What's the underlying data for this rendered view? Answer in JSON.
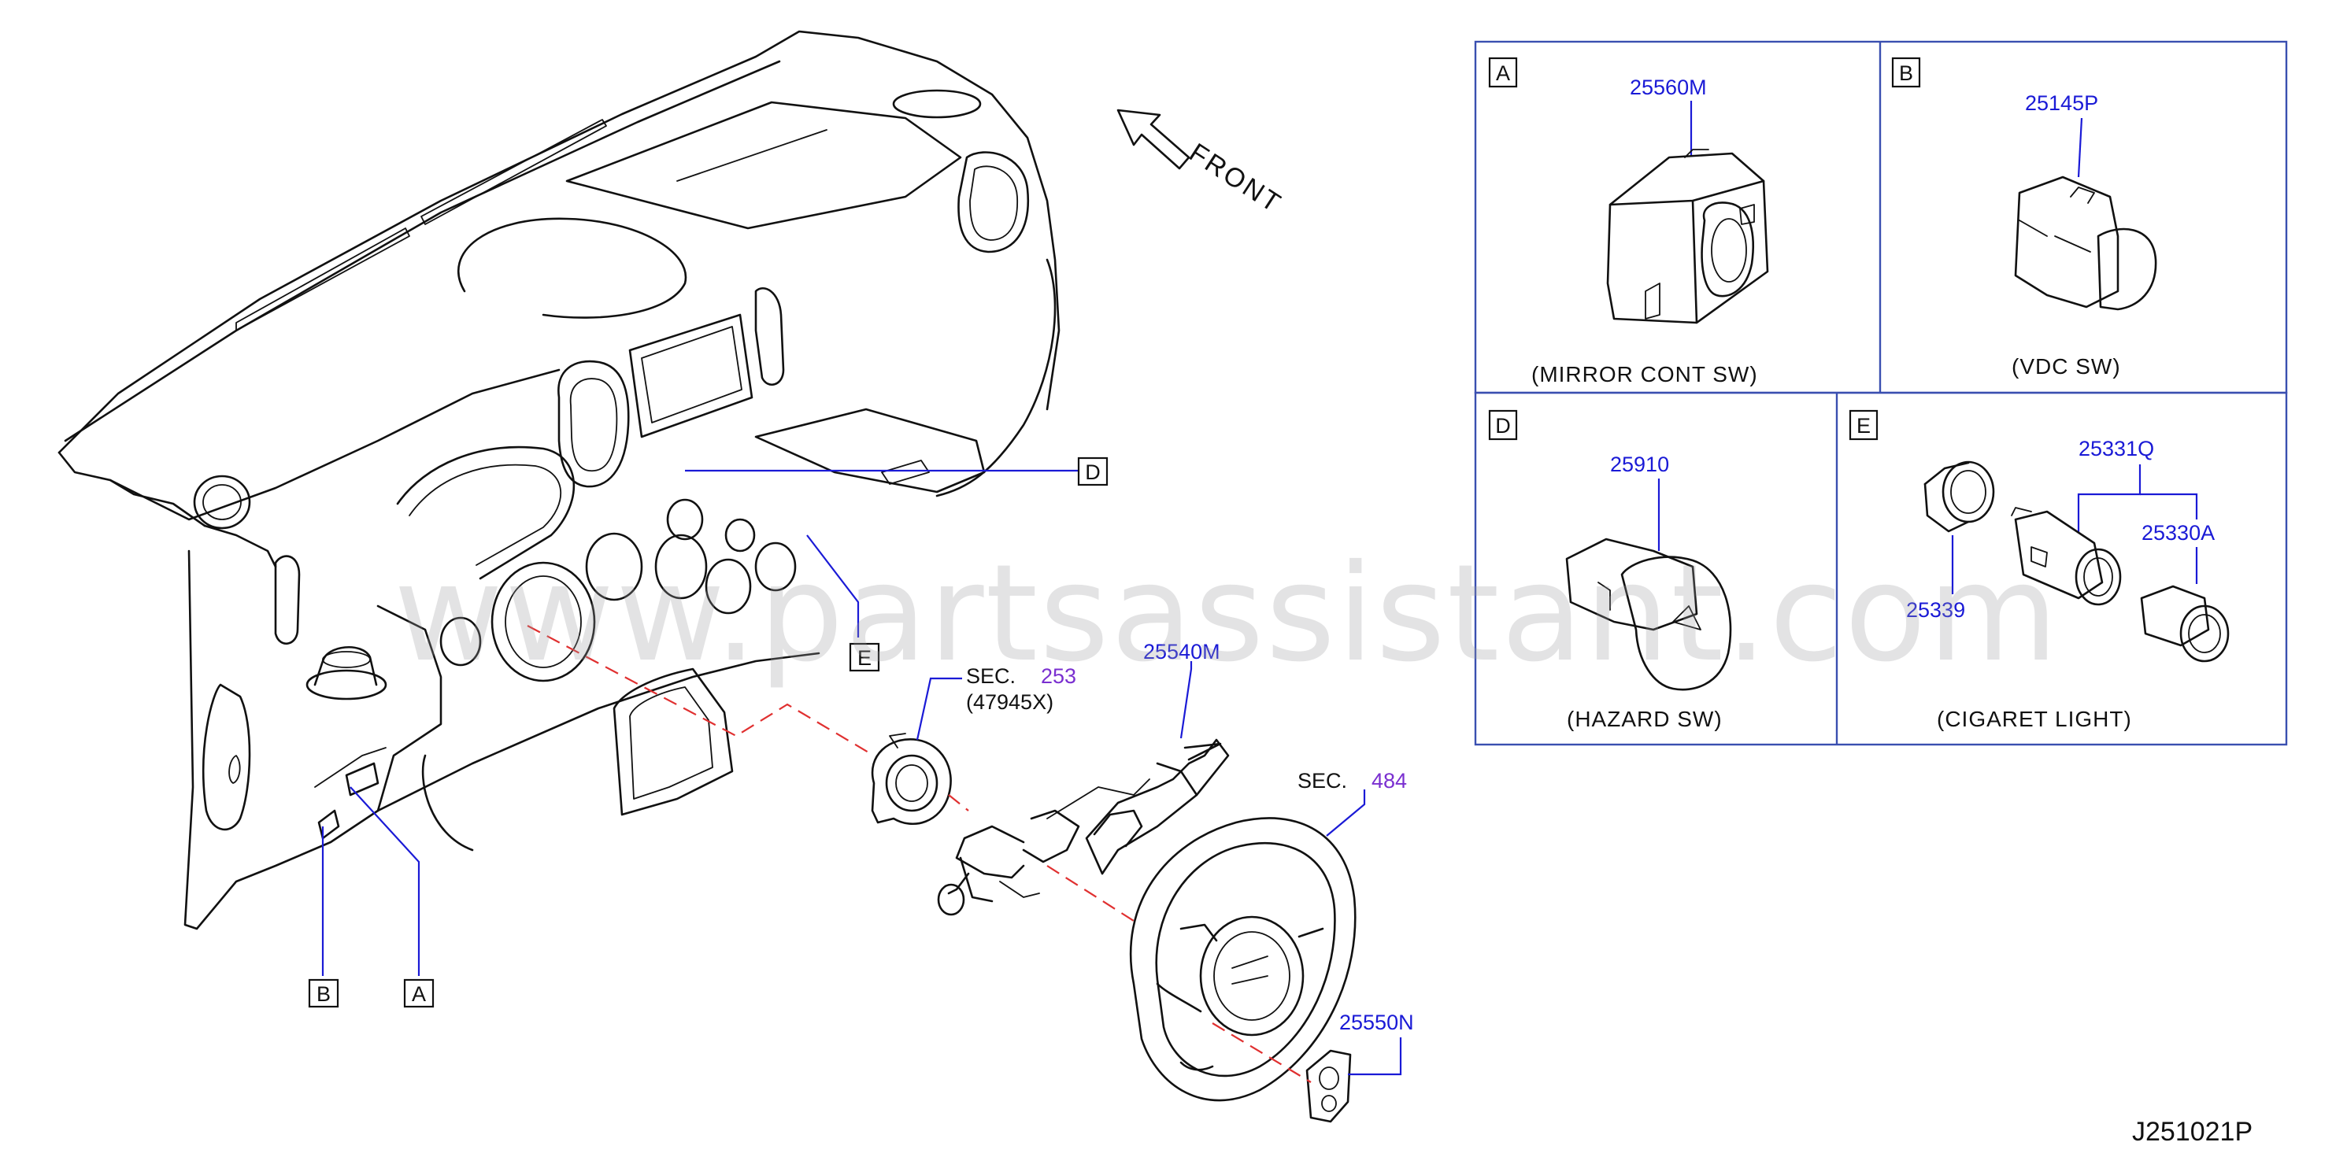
{
  "front_label": "FRONT",
  "callouts": {
    "a": "A",
    "b": "B",
    "d": "D",
    "e": "E"
  },
  "sections": {
    "sec_prefix": "SEC.",
    "sec_253_number": "253",
    "sec_253_sub": "(47945X)",
    "sec_484_number": "484"
  },
  "parts_main": {
    "steering_switch": "25540M",
    "steering_pad_switch": "25550N"
  },
  "panels": {
    "a": {
      "letter": "A",
      "part": "25560M",
      "caption": "(MIRROR   CONT   SW)"
    },
    "b": {
      "letter": "B",
      "part": "25145P",
      "caption": "(VDC   SW)"
    },
    "d": {
      "letter": "D",
      "part": "25910",
      "caption": "(HAZARD   SW)"
    },
    "e": {
      "letter": "E",
      "caption": "(CIGARET   LIGHT)",
      "parts": {
        "assembly": "25331Q",
        "knob": "25330A",
        "ring": "25339"
      }
    }
  },
  "watermark": "www.partsassistant.com",
  "diagram_code": "J251021P",
  "colors": {
    "part_number": "#1a1ad6",
    "section_number": "#7a2fd0",
    "dashed_line": "#e03030",
    "panel_border": "#3a4fb0"
  },
  "icons": [
    "front-arrow-icon"
  ]
}
